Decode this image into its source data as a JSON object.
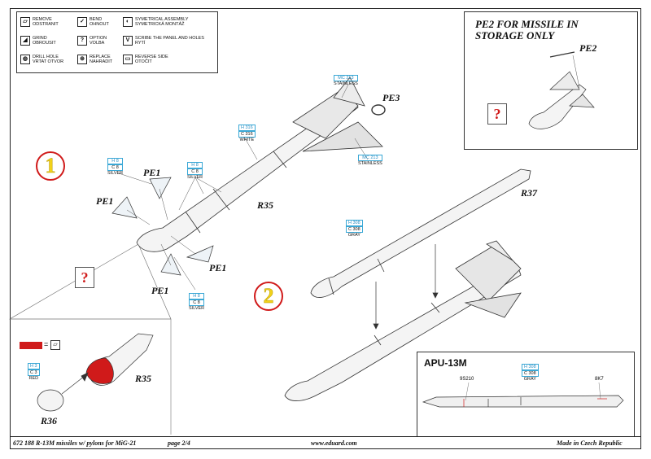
{
  "legend": {
    "items": [
      {
        "icon": "remove-icon",
        "glyph": "▱",
        "text": [
          "REMOVE",
          "ODSTRANIT"
        ]
      },
      {
        "icon": "bend-icon",
        "glyph": "✓",
        "text": [
          "BEND",
          "OHNOUT"
        ]
      },
      {
        "icon": "symmetrical-icon",
        "glyph": "◐",
        "text": [
          "SYMETRICAL ASSEMBLY",
          "SYMETRICKÁ MONTÁŽ"
        ]
      },
      {
        "icon": "grind-icon",
        "glyph": "◢",
        "text": [
          "GRIND",
          "OBROUSIT"
        ]
      },
      {
        "icon": "option-icon",
        "glyph": "?",
        "text": [
          "OPTION",
          "VOLBA"
        ]
      },
      {
        "icon": "scribe-icon",
        "glyph": "V",
        "text": [
          "SCRIBE THE PANEL AND HOLES",
          "RYTÍ"
        ]
      },
      {
        "icon": "drill-icon",
        "glyph": "◍",
        "text": [
          "DRILL HOLE",
          "VRTAT OTVOR"
        ]
      },
      {
        "icon": "replace-icon",
        "glyph": "⊕",
        "text": [
          "REPLACE",
          "NAHRADIT"
        ]
      },
      {
        "icon": "reverse-icon",
        "glyph": "▭",
        "text": [
          "REVERSE SIDE",
          "OTOČIT"
        ]
      }
    ]
  },
  "pe2_inset": {
    "title_line1": "PE2 FOR MISSILE IN",
    "title_line2": "STORAGE ONLY",
    "part_label": "PE2",
    "question": "?"
  },
  "steps": {
    "one": "1",
    "two": "2"
  },
  "parts": {
    "pe1": "PE1",
    "pe3": "PE3",
    "r35": "R35",
    "r37": "R37",
    "r36": "R36"
  },
  "colors_codes": {
    "mc213_top": {
      "a": "MC 213",
      "b": "STAINLESS"
    },
    "h316": {
      "a": "H 316",
      "b": "C 316",
      "c": "WHITE"
    },
    "mc213_bottom": {
      "a": "MC 213",
      "b": "STAINLESS"
    },
    "h8_left": {
      "a": "H 8",
      "b": "C 8",
      "c": "SILVER"
    },
    "h8_right": {
      "a": "H 8",
      "b": "C 8",
      "c": "SILVER"
    },
    "h8_bottom": {
      "a": "H 8",
      "b": "C 8",
      "c": "SILVER"
    },
    "h308_r37": {
      "a": "H 308",
      "b": "C 308",
      "c": "GRAY"
    },
    "h3_red": {
      "a": "H 3",
      "b": "C 3",
      "c": "RED"
    },
    "h308_apu": {
      "a": "H 308",
      "b": "C 308",
      "c": "GRAY"
    }
  },
  "detail_question": "?",
  "equals_sign": "=",
  "apu": {
    "title": "APU-13M",
    "part_a": "9S210",
    "part_b": "8K7"
  },
  "footer": {
    "left": "672 188  R-13M missiles w/ pylons for MiG-21",
    "page": "page 2/4",
    "site": "www.eduard.com",
    "right": "Made in Czech Republic"
  },
  "accent_red": "#d01a1a",
  "code_blue": "#2a8fc4"
}
